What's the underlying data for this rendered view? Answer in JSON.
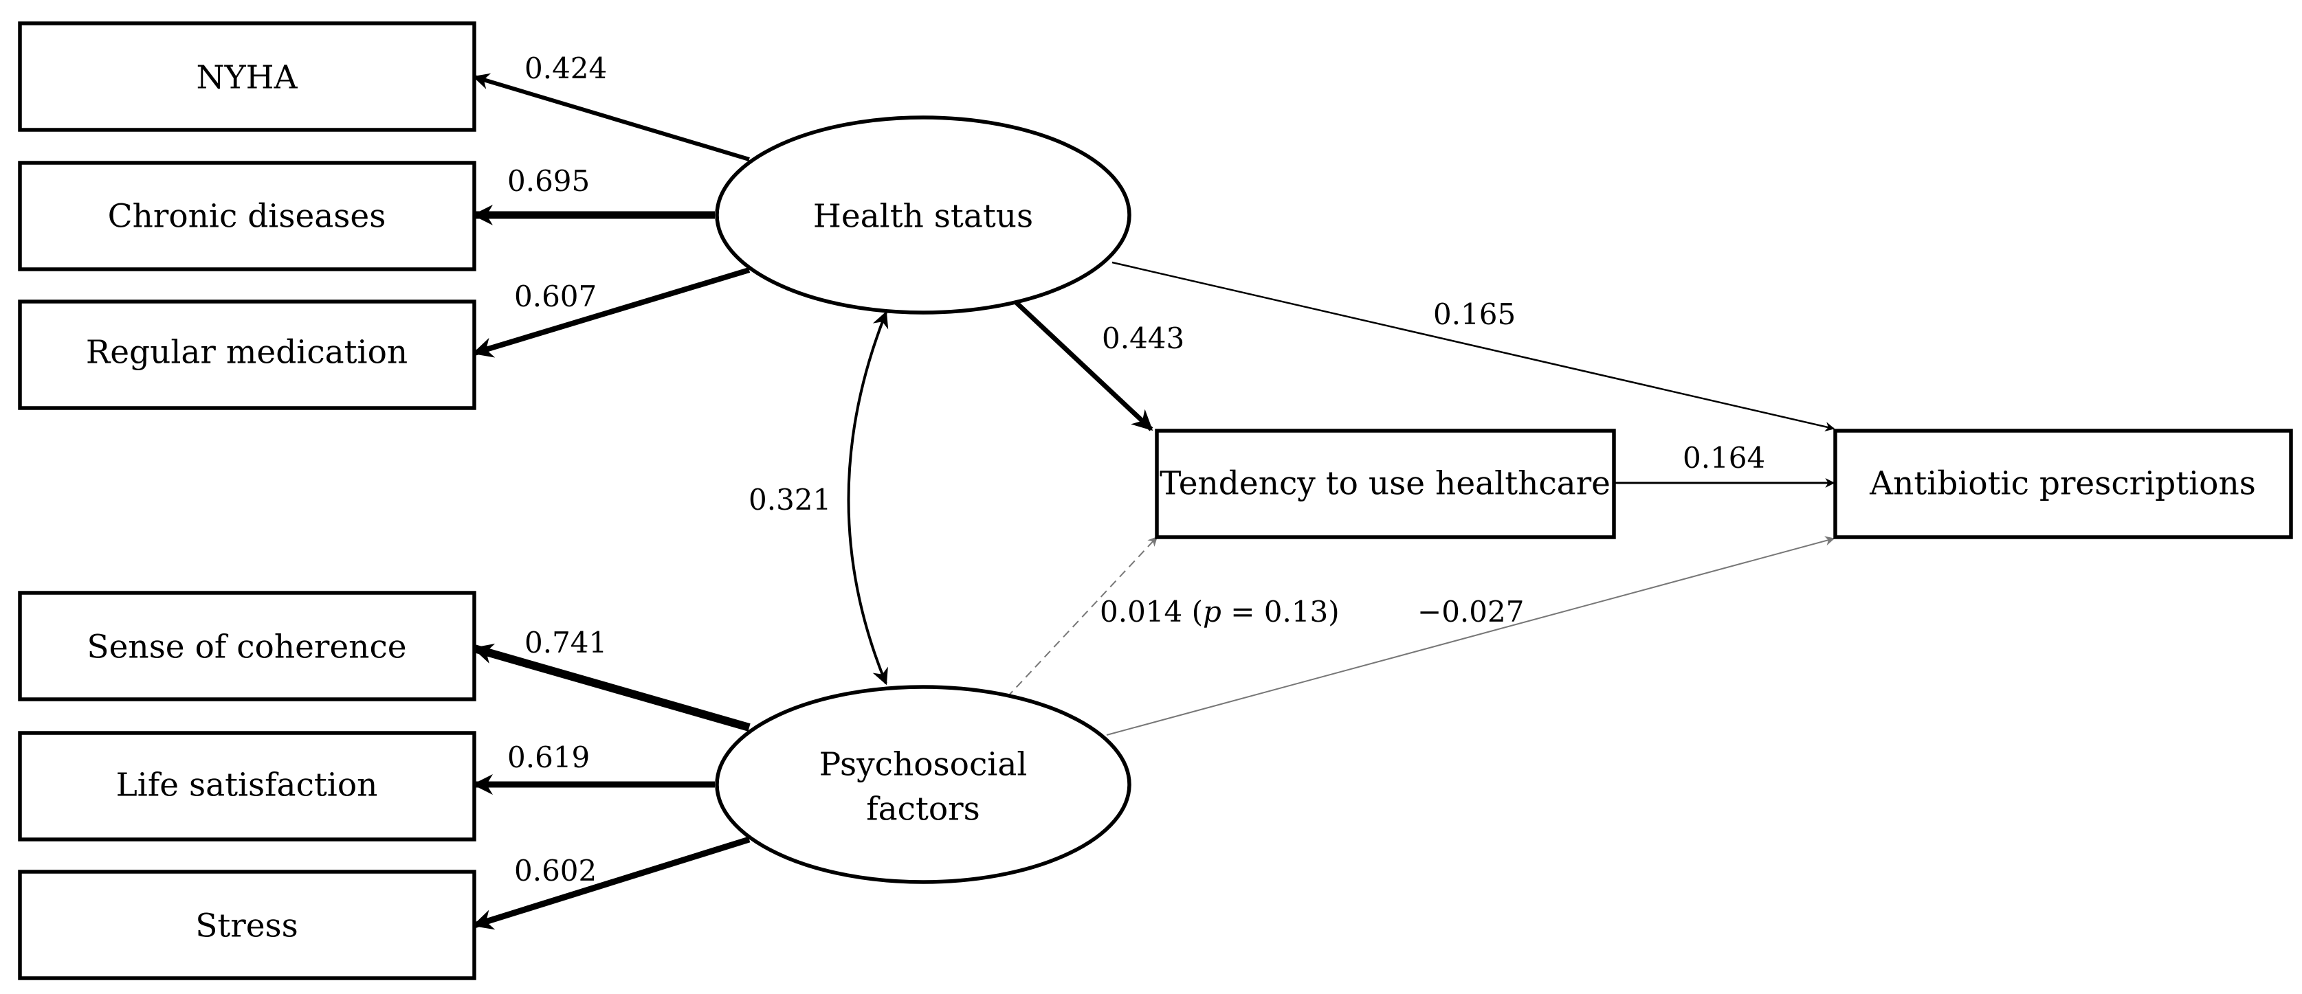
{
  "nodes": {
    "nyha": "NYHA",
    "chronic_diseases": "Chronic diseases",
    "regular_medication": "Regular medication",
    "health_status": "Health status",
    "tendency": "Tendency to use healthcare",
    "antibiotic": "Antibiotic prescriptions",
    "sense_of_coherence": "Sense of coherence",
    "life_satisfaction": "Life satisfaction",
    "stress": "Stress",
    "psychosocial_line1": "Psychosocial",
    "psychosocial_line2": "factors"
  },
  "paths": {
    "nyha": "0.424",
    "chronic_diseases": "0.695",
    "regular_medication": "0.607",
    "health_to_antibiotic": "0.165",
    "health_to_tendency": "0.443",
    "correlation": "0.321",
    "tendency_to_antibiotic": "0.164",
    "psych_to_tendency_value": "0.014 (",
    "psych_to_tendency_p": "p",
    "psych_to_tendency_rest": " = 0.13)",
    "psych_to_antibiotic": "−0.027",
    "sense_of_coherence": "0.741",
    "life_satisfaction": "0.619",
    "stress": "0.602"
  }
}
